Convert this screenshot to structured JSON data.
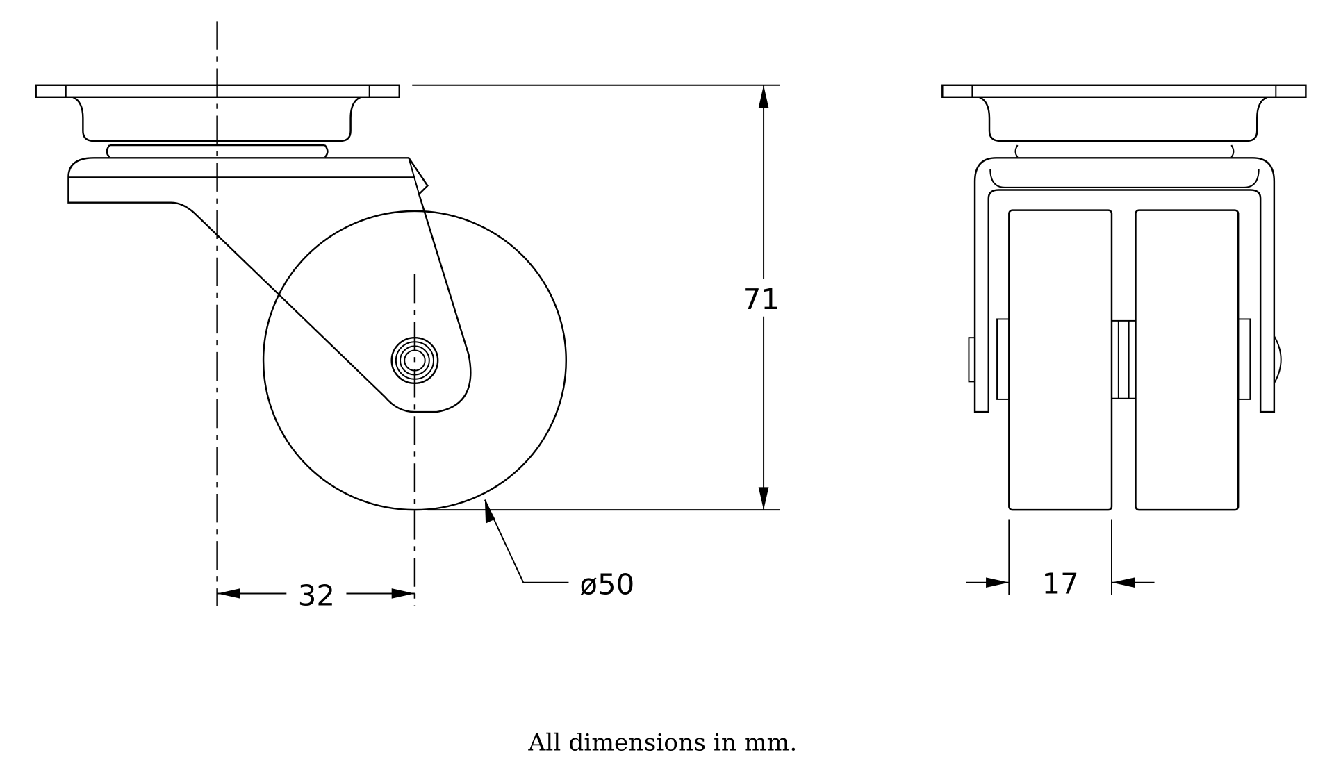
{
  "dimensions": {
    "height": "71",
    "offset": "32",
    "wheel_diameter": "ø50",
    "wheel_width": "17"
  },
  "caption": "All dimensions in mm."
}
